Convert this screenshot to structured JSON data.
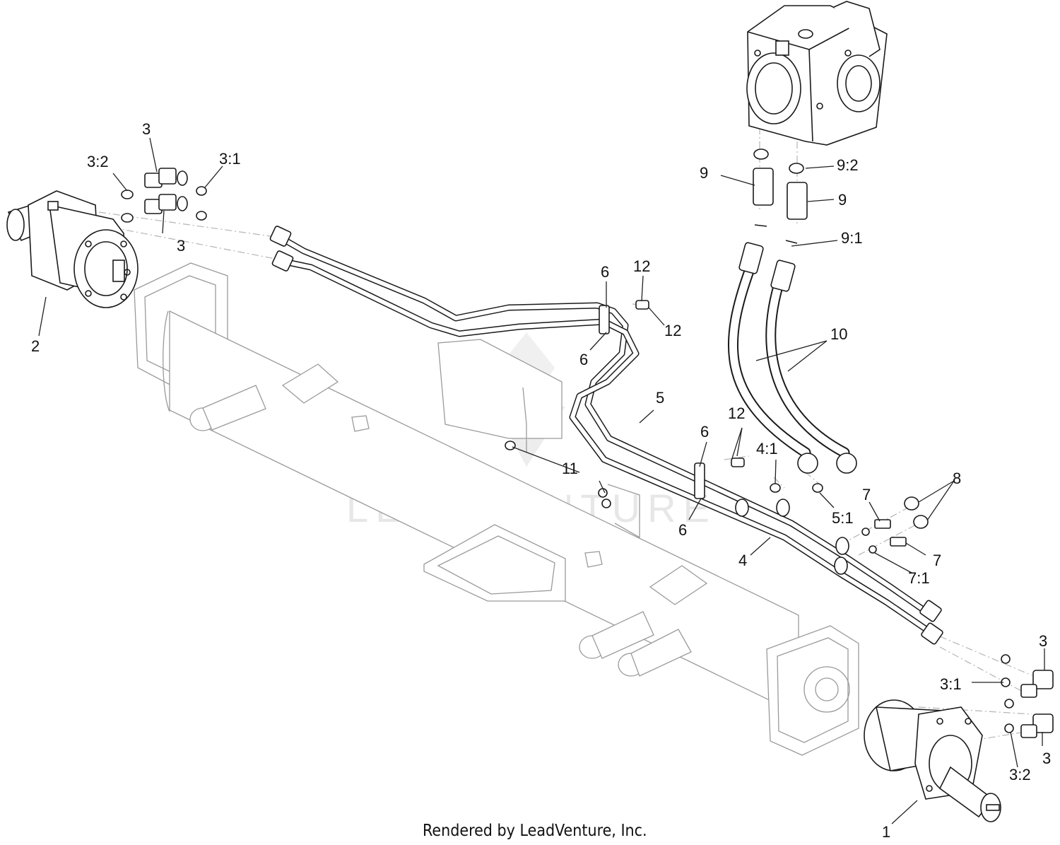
{
  "watermark": "LEADVENTURE",
  "footer": "Rendered by LeadVenture, Inc.",
  "callouts": [
    "1",
    "2",
    "3",
    "3",
    "3",
    "3",
    "3:1",
    "3:1",
    "3:2",
    "3:2",
    "4",
    "4:1",
    "5",
    "5:1",
    "6",
    "6",
    "6",
    "6",
    "7",
    "7",
    "7:1",
    "8",
    "9",
    "9",
    "9:1",
    "9:2",
    "10",
    "11",
    "12",
    "12",
    "12"
  ]
}
